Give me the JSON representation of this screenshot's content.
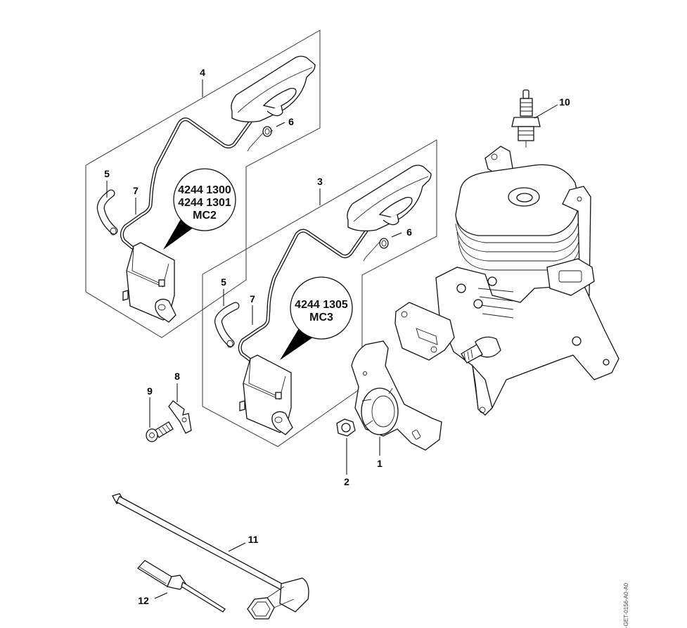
{
  "diagram": {
    "type": "exploded-parts-diagram",
    "document_id": "-GET-0156-A0-A0",
    "callouts": [
      {
        "id": "1",
        "label": "1",
        "part": "ignition-module-mount"
      },
      {
        "id": "2",
        "label": "2",
        "part": "hex-nut"
      },
      {
        "id": "3",
        "label": "3",
        "part": "ignition-lead-assembly-mc3"
      },
      {
        "id": "4",
        "label": "4",
        "part": "ignition-lead-assembly-mc2"
      },
      {
        "id": "5a",
        "label": "5",
        "part": "hose-panel-mc2"
      },
      {
        "id": "5b",
        "label": "5",
        "part": "hose-panel-mc3"
      },
      {
        "id": "6a",
        "label": "6",
        "part": "spring-panel-mc2"
      },
      {
        "id": "6b",
        "label": "6",
        "part": "spring-panel-mc3"
      },
      {
        "id": "7a",
        "label": "7",
        "part": "ignition-lead-panel-mc2"
      },
      {
        "id": "7b",
        "label": "7",
        "part": "ignition-lead-panel-mc3"
      },
      {
        "id": "8",
        "label": "8",
        "part": "ground-plate"
      },
      {
        "id": "9",
        "label": "9",
        "part": "screw"
      },
      {
        "id": "10",
        "label": "10",
        "part": "spark-plug"
      },
      {
        "id": "11",
        "label": "11",
        "part": "combination-wrench"
      },
      {
        "id": "12",
        "label": "12",
        "part": "screwdriver"
      }
    ],
    "badges": {
      "mc2": {
        "line1": "4244 1300",
        "line2": "4244 1301",
        "line3": "MC2"
      },
      "mc3": {
        "line1": "4244 1305",
        "line2": "MC3"
      }
    }
  }
}
